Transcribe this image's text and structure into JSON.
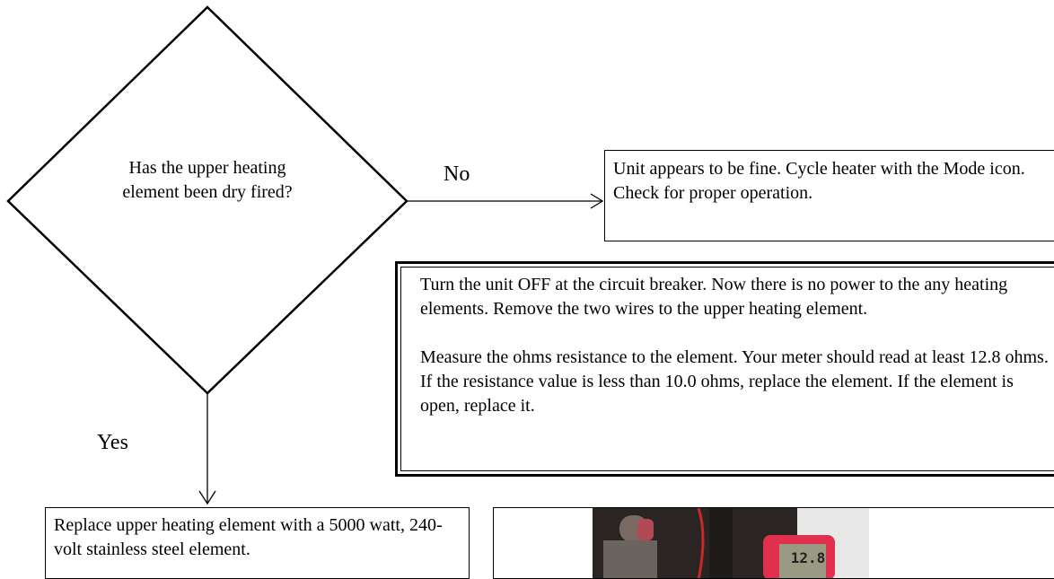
{
  "decision": {
    "question": "Has the upper heating element been dry fired?"
  },
  "branches": {
    "no_label": "No",
    "yes_label": "Yes"
  },
  "no_result": {
    "text": "Unit appears to be fine. Cycle heater with the Mode icon. Check for proper operation."
  },
  "instructions": {
    "paragraph_1": "Turn the unit OFF at the circuit breaker. Now there is no power to the any heating elements. Remove the two wires to the upper heating element.",
    "paragraph_2": "Measure the ohms resistance to the element. Your meter should read at least 12.8 ohms. If the resistance value is less than 10.0 ohms, replace the element. If the element is open, replace it."
  },
  "yes_result": {
    "text": "Replace upper heating element with a 5000 watt, 240-volt stainless steel element."
  },
  "photo": {
    "meter_reading": "12.8"
  }
}
